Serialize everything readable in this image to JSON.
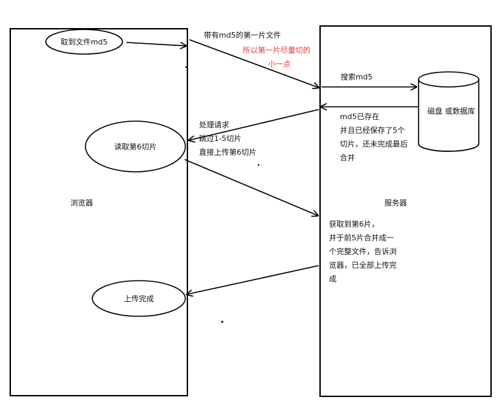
{
  "diagram": {
    "browser": {
      "label": "浏览器",
      "get_md5": "取到文件md5",
      "read_slice": "读取第6切片",
      "upload_done": "上传完成"
    },
    "server": {
      "label": "服务器"
    },
    "storage": {
      "label": "磁盘 或数据库"
    },
    "messages": {
      "send_first": "带有md5的第一片文件",
      "note_1": "所以第一片尽量切的",
      "note_2": "小一点",
      "search": "搜索md5",
      "exists_1": "md5已存在",
      "exists_2": "并且已经保存了5个",
      "exists_3": "切片，还未完成最后",
      "exists_4": "合并",
      "handle_1": "处理请求",
      "handle_2": "跳过1-5切片",
      "handle_3": "直接上传第6切片",
      "merge_1": "获取到第6片，",
      "merge_2": "并于前5片合并成一",
      "merge_3": "个完整文件，告诉浏",
      "merge_4": "览器，已全部上传完",
      "merge_5": "成"
    }
  }
}
